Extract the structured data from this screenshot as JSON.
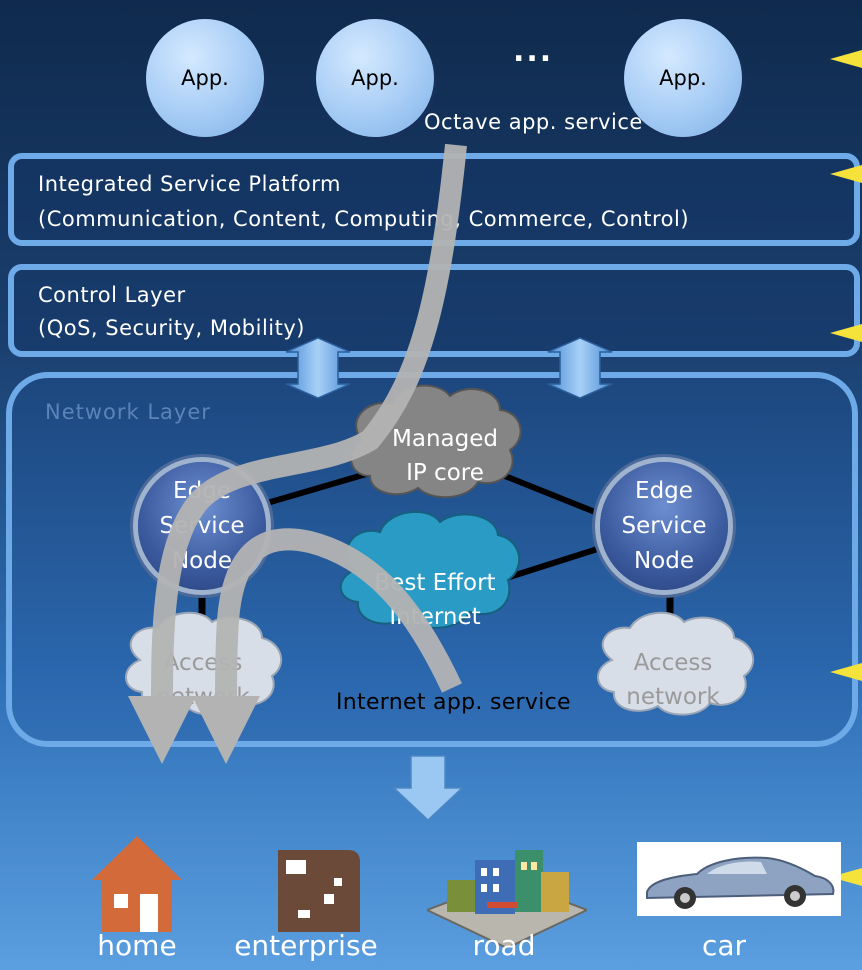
{
  "apps": {
    "app1": "App.",
    "app2": "App.",
    "ellipsis": "...",
    "app3": "App."
  },
  "octave_label": "Octave app. service",
  "service_platform": {
    "title": "Integrated Service Platform",
    "subtitle": "(Communication, Content, Computing, Commerce, Control)"
  },
  "control_layer": {
    "title": "Control Layer",
    "subtitle": "(QoS, Security, Mobility)"
  },
  "network_layer": {
    "title": "Network Layer",
    "managed_core": [
      "Managed",
      "IP core"
    ],
    "best_effort": [
      "Best Effort",
      "Internet"
    ],
    "edge_left": [
      "Edge",
      "Service",
      "Node"
    ],
    "edge_right": [
      "Edge",
      "Service",
      "Node"
    ],
    "access_left": [
      "Access",
      "network"
    ],
    "access_right": [
      "Access",
      "network"
    ]
  },
  "internet_label": "Internet app. service",
  "destinations": {
    "home": "home",
    "enterprise": "enterprise",
    "road": "road",
    "car": "car"
  },
  "colors": {
    "layer_border": "#6ea9e8",
    "pointer": "#f5e23a",
    "flow_arrow": "#b3b3b3",
    "managed_cloud": "#7d7d7d",
    "internet_cloud": "#2a9bc4",
    "access_cloud": "#d6dce5"
  }
}
